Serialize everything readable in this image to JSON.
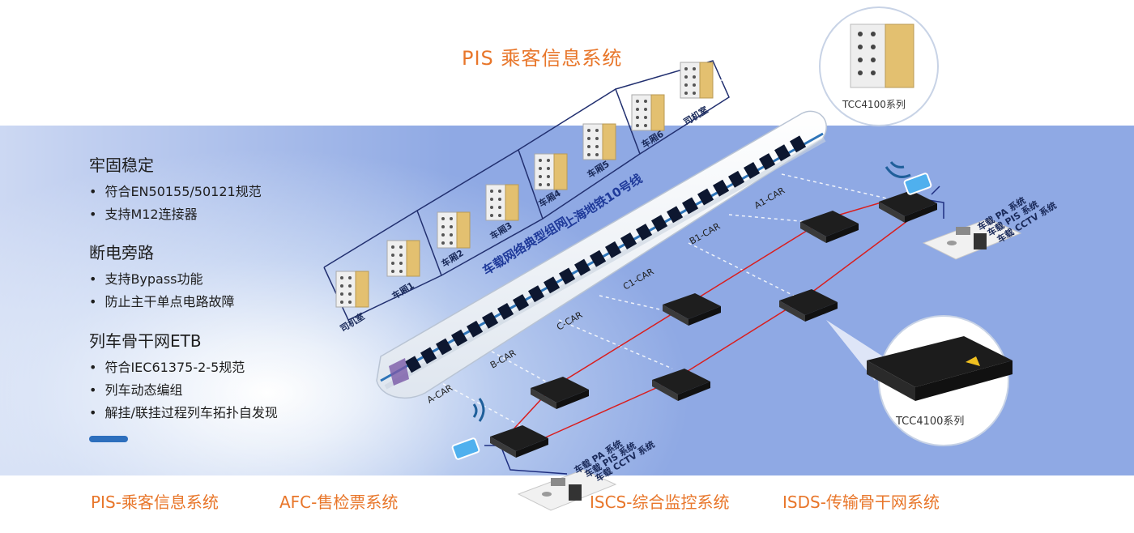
{
  "title": "PIS 乘客信息系统",
  "features": [
    {
      "heading": "牢固稳定",
      "items": [
        "符合EN50155/50121规范",
        "支持M12连接器"
      ]
    },
    {
      "heading": "断电旁路",
      "items": [
        "支持Bypass功能",
        "防止主干单点电路故障"
      ]
    },
    {
      "heading": "列车骨干网ETB",
      "items": [
        "符合IEC61375-2-5规范",
        "列车动态编组",
        "解挂/联挂过程列车拓扑自发现"
      ]
    }
  ],
  "pis_network_label": "车载网络典型组网",
  "line_label": "上海地铁10号线",
  "pis_nodes": [
    "司机室",
    "车厢1",
    "车厢2",
    "车厢3",
    "车厢4",
    "车厢5",
    "车厢6",
    "司机室"
  ],
  "car_labels": [
    "A-CAR",
    "B-CAR",
    "C-CAR",
    "C1-CAR",
    "B1-CAR",
    "A1-CAR"
  ],
  "onboard_systems": [
    "车载 PA 系统",
    "车载 PIS 系统",
    "车载 CCTV 系统"
  ],
  "product_labels": [
    "TCC4100系列",
    "TCC4100系列"
  ],
  "bottom_systems": [
    "PIS-乘客信息系统",
    "AFC-售检票系统",
    "ISCS-综合监控系统",
    "ISDS-传输骨干网系统"
  ]
}
